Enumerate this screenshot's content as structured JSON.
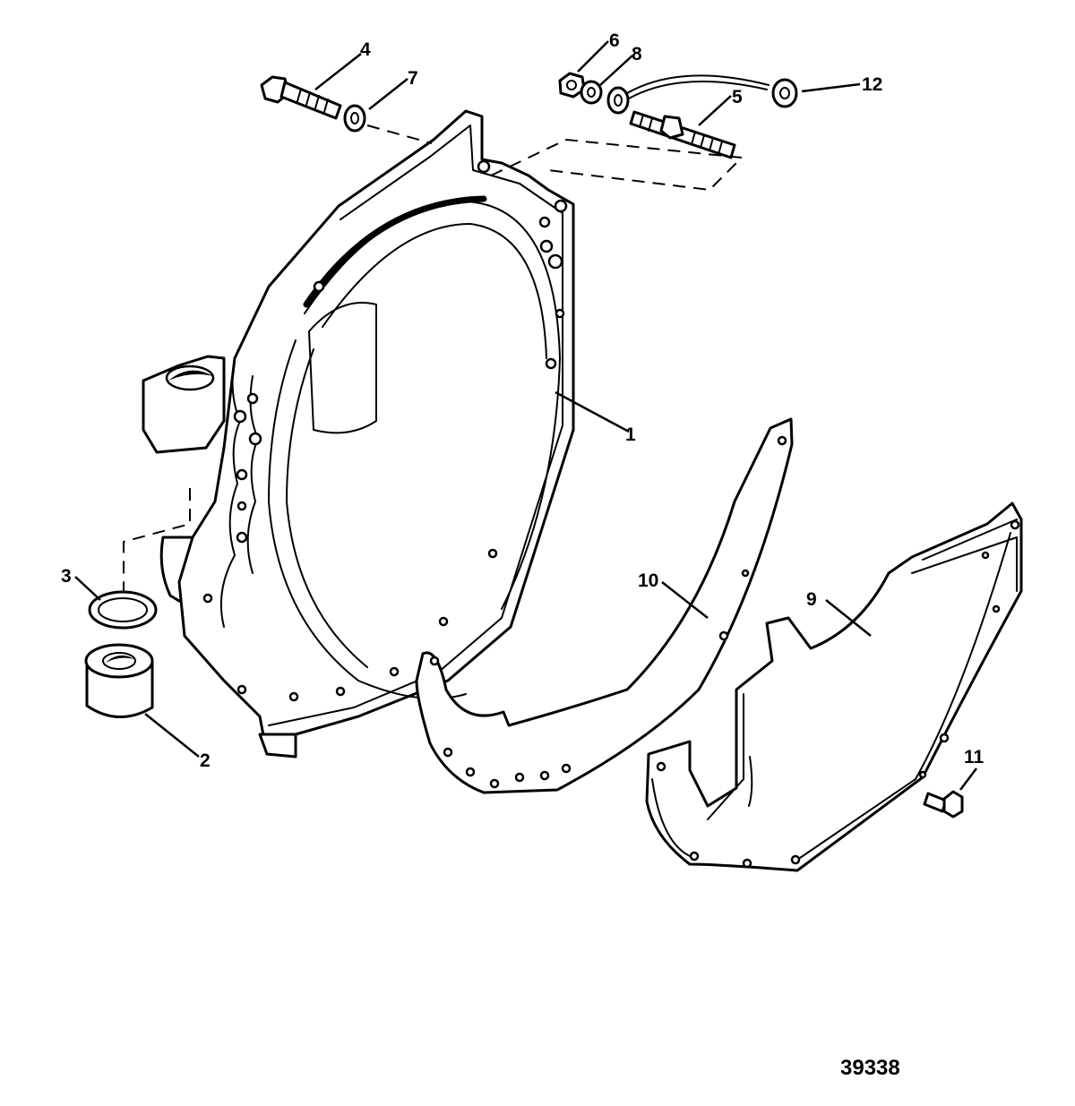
{
  "figure": {
    "number": "39338"
  },
  "callouts": [
    {
      "id": "1",
      "label": "1"
    },
    {
      "id": "2",
      "label": "2"
    },
    {
      "id": "3",
      "label": "3"
    },
    {
      "id": "4",
      "label": "4"
    },
    {
      "id": "5",
      "label": "5"
    },
    {
      "id": "6",
      "label": "6"
    },
    {
      "id": "7",
      "label": "7"
    },
    {
      "id": "8",
      "label": "8"
    },
    {
      "id": "9",
      "label": "9"
    },
    {
      "id": "10",
      "label": "10"
    },
    {
      "id": "11",
      "label": "11"
    },
    {
      "id": "12",
      "label": "12"
    }
  ]
}
